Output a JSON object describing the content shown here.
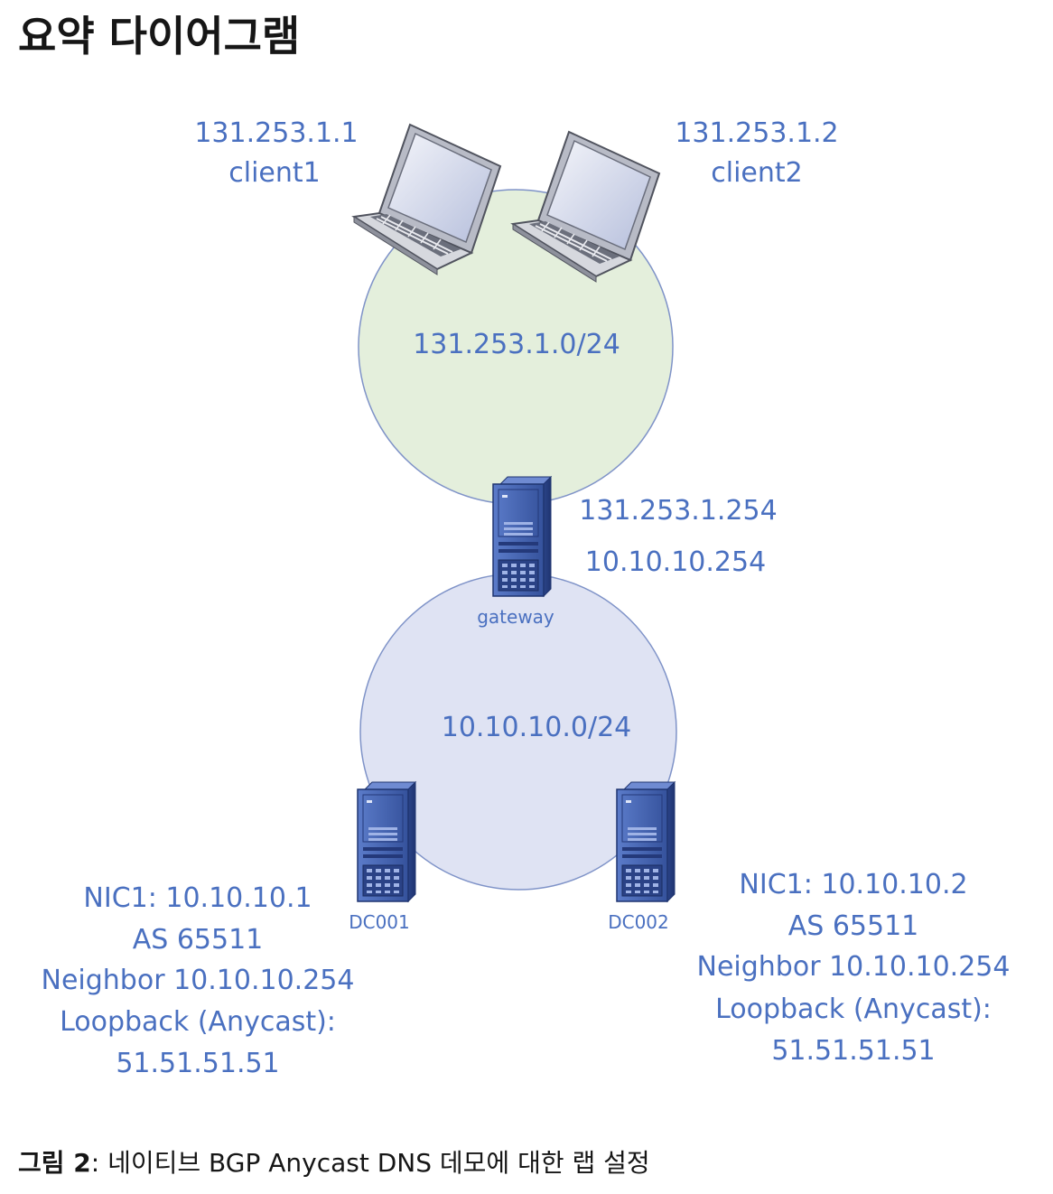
{
  "page": {
    "title": "요약 다이어그램",
    "caption_label": "그림 2",
    "caption_text": ": 네이티브 BGP Anycast DNS 데모에 대한 랩 설정"
  },
  "colors": {
    "label": "#4a70c0",
    "client_subnet_fill": "#e4efdc",
    "server_subnet_fill": "#dfe3f3",
    "circle_stroke": "#7f93c8",
    "server_body": "#3f5fae",
    "laptop_body": "#c9cbd2"
  },
  "diagram": {
    "client1": {
      "ip": "131.253.1.1",
      "name": "client1",
      "icon": "laptop-icon"
    },
    "client2": {
      "ip": "131.253.1.2",
      "name": "client2",
      "icon": "laptop-icon"
    },
    "client_subnet": {
      "label": "131.253.1.0/24"
    },
    "gateway": {
      "name": "gateway",
      "icon": "server-icon",
      "ip_outer": "131.253.1.254",
      "ip_inner": "10.10.10.254"
    },
    "server_subnet": {
      "label": "10.10.10.0/24"
    },
    "dc001": {
      "name": "DC001",
      "icon": "server-icon",
      "nic": "NIC1: 10.10.10.1",
      "as": "AS 65511",
      "neighbor": "Neighbor 10.10.10.254",
      "loopback_label": "Loopback (Anycast):",
      "loopback_ip": "51.51.51.51"
    },
    "dc002": {
      "name": "DC002",
      "icon": "server-icon",
      "nic": "NIC1: 10.10.10.2",
      "as": "AS 65511",
      "neighbor": "Neighbor 10.10.10.254",
      "loopback_label": "Loopback (Anycast):",
      "loopback_ip": "51.51.51.51"
    }
  }
}
